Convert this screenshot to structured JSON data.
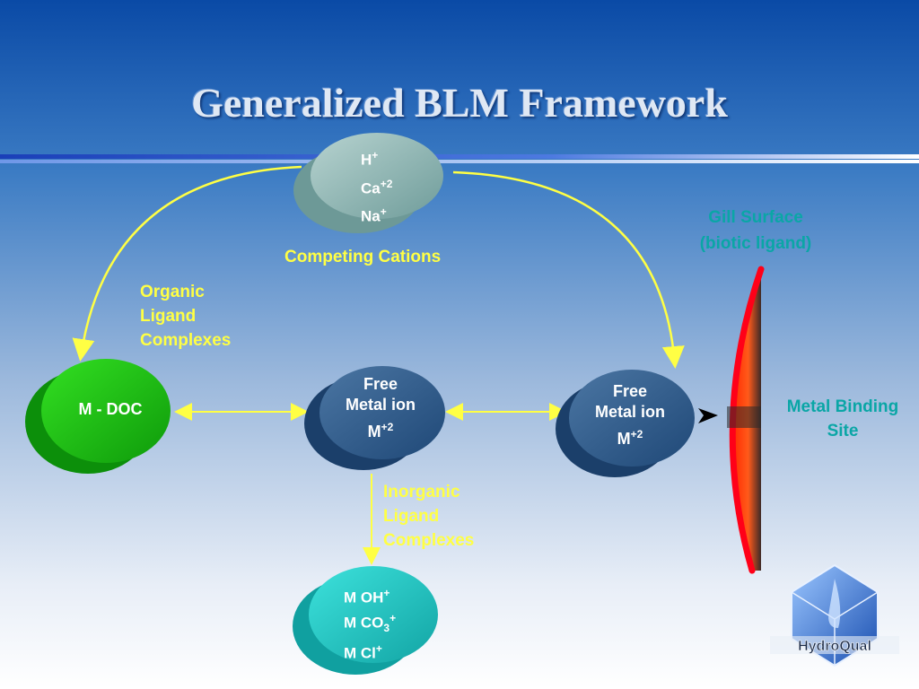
{
  "title": "Generalized BLM Framework",
  "cations": {
    "h": "H",
    "h_charge": "+",
    "ca": "Ca",
    "ca_charge": "+2",
    "na": "Na",
    "na_charge": "+"
  },
  "competing_cations": "Competing Cations",
  "organic_ligand": [
    "Organic",
    "Ligand",
    "Complexes"
  ],
  "doc_label": "M - DOC",
  "free_metal_center": {
    "line1": "Free",
    "line2": "Metal ion",
    "symbol": "M",
    "charge": "+2"
  },
  "free_metal_right": {
    "line1": "Free",
    "line2": "Metal ion",
    "symbol": "M",
    "charge": "+2"
  },
  "inorganic_ligand": [
    "Inorganic",
    "Ligand",
    "Complexes"
  ],
  "inorganic_species": {
    "oh": "M OH",
    "oh_charge": "+",
    "co3": "M CO",
    "co3_sub": "3",
    "co3_charge": "+",
    "cl": "M Cl",
    "cl_charge": "+"
  },
  "gill_surface": [
    "Gill Surface",
    "(biotic ligand)"
  ],
  "metal_binding": [
    "Metal Binding",
    "Site"
  ],
  "logo_text": "HydroQual",
  "colors": {
    "arrow": "#ffff44",
    "label_yellow": "#ffff44",
    "label_teal": "#0aa6a6"
  }
}
